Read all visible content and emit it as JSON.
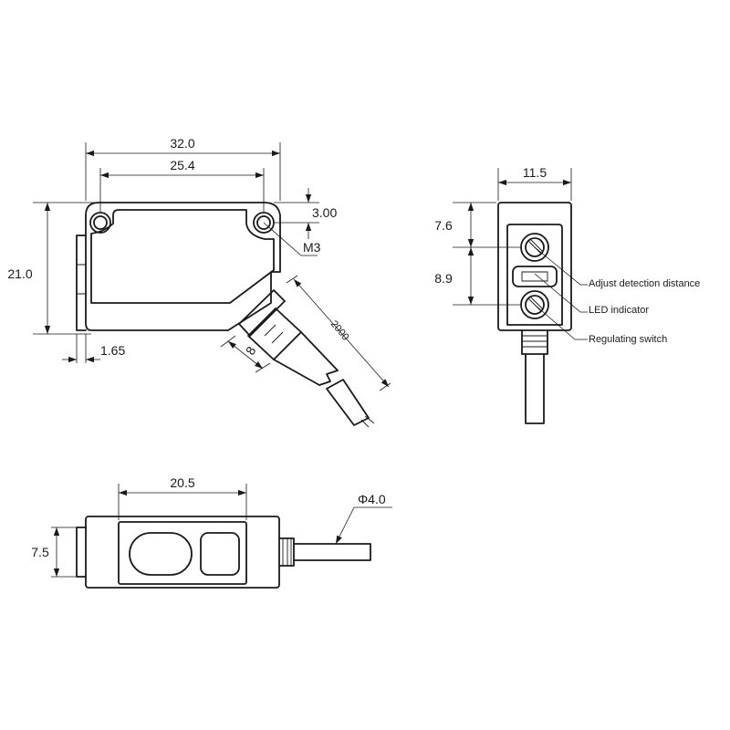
{
  "front_view": {
    "width_overall": "32.0",
    "hole_spacing": "25.4",
    "hole_offset": "3.00",
    "height": "21.0",
    "thread": "M3",
    "flange": "1.65",
    "cable_length": "2000",
    "cable_offset": "8"
  },
  "side_view": {
    "width": "11.5",
    "top_offset": "7.6",
    "spacing": "8.9",
    "callouts": [
      "Adjust detection distance",
      "LED indicator",
      "Regulating switch"
    ]
  },
  "bottom_view": {
    "window_width": "20.5",
    "height": "7.5",
    "cable_diameter": "Φ4.0"
  }
}
